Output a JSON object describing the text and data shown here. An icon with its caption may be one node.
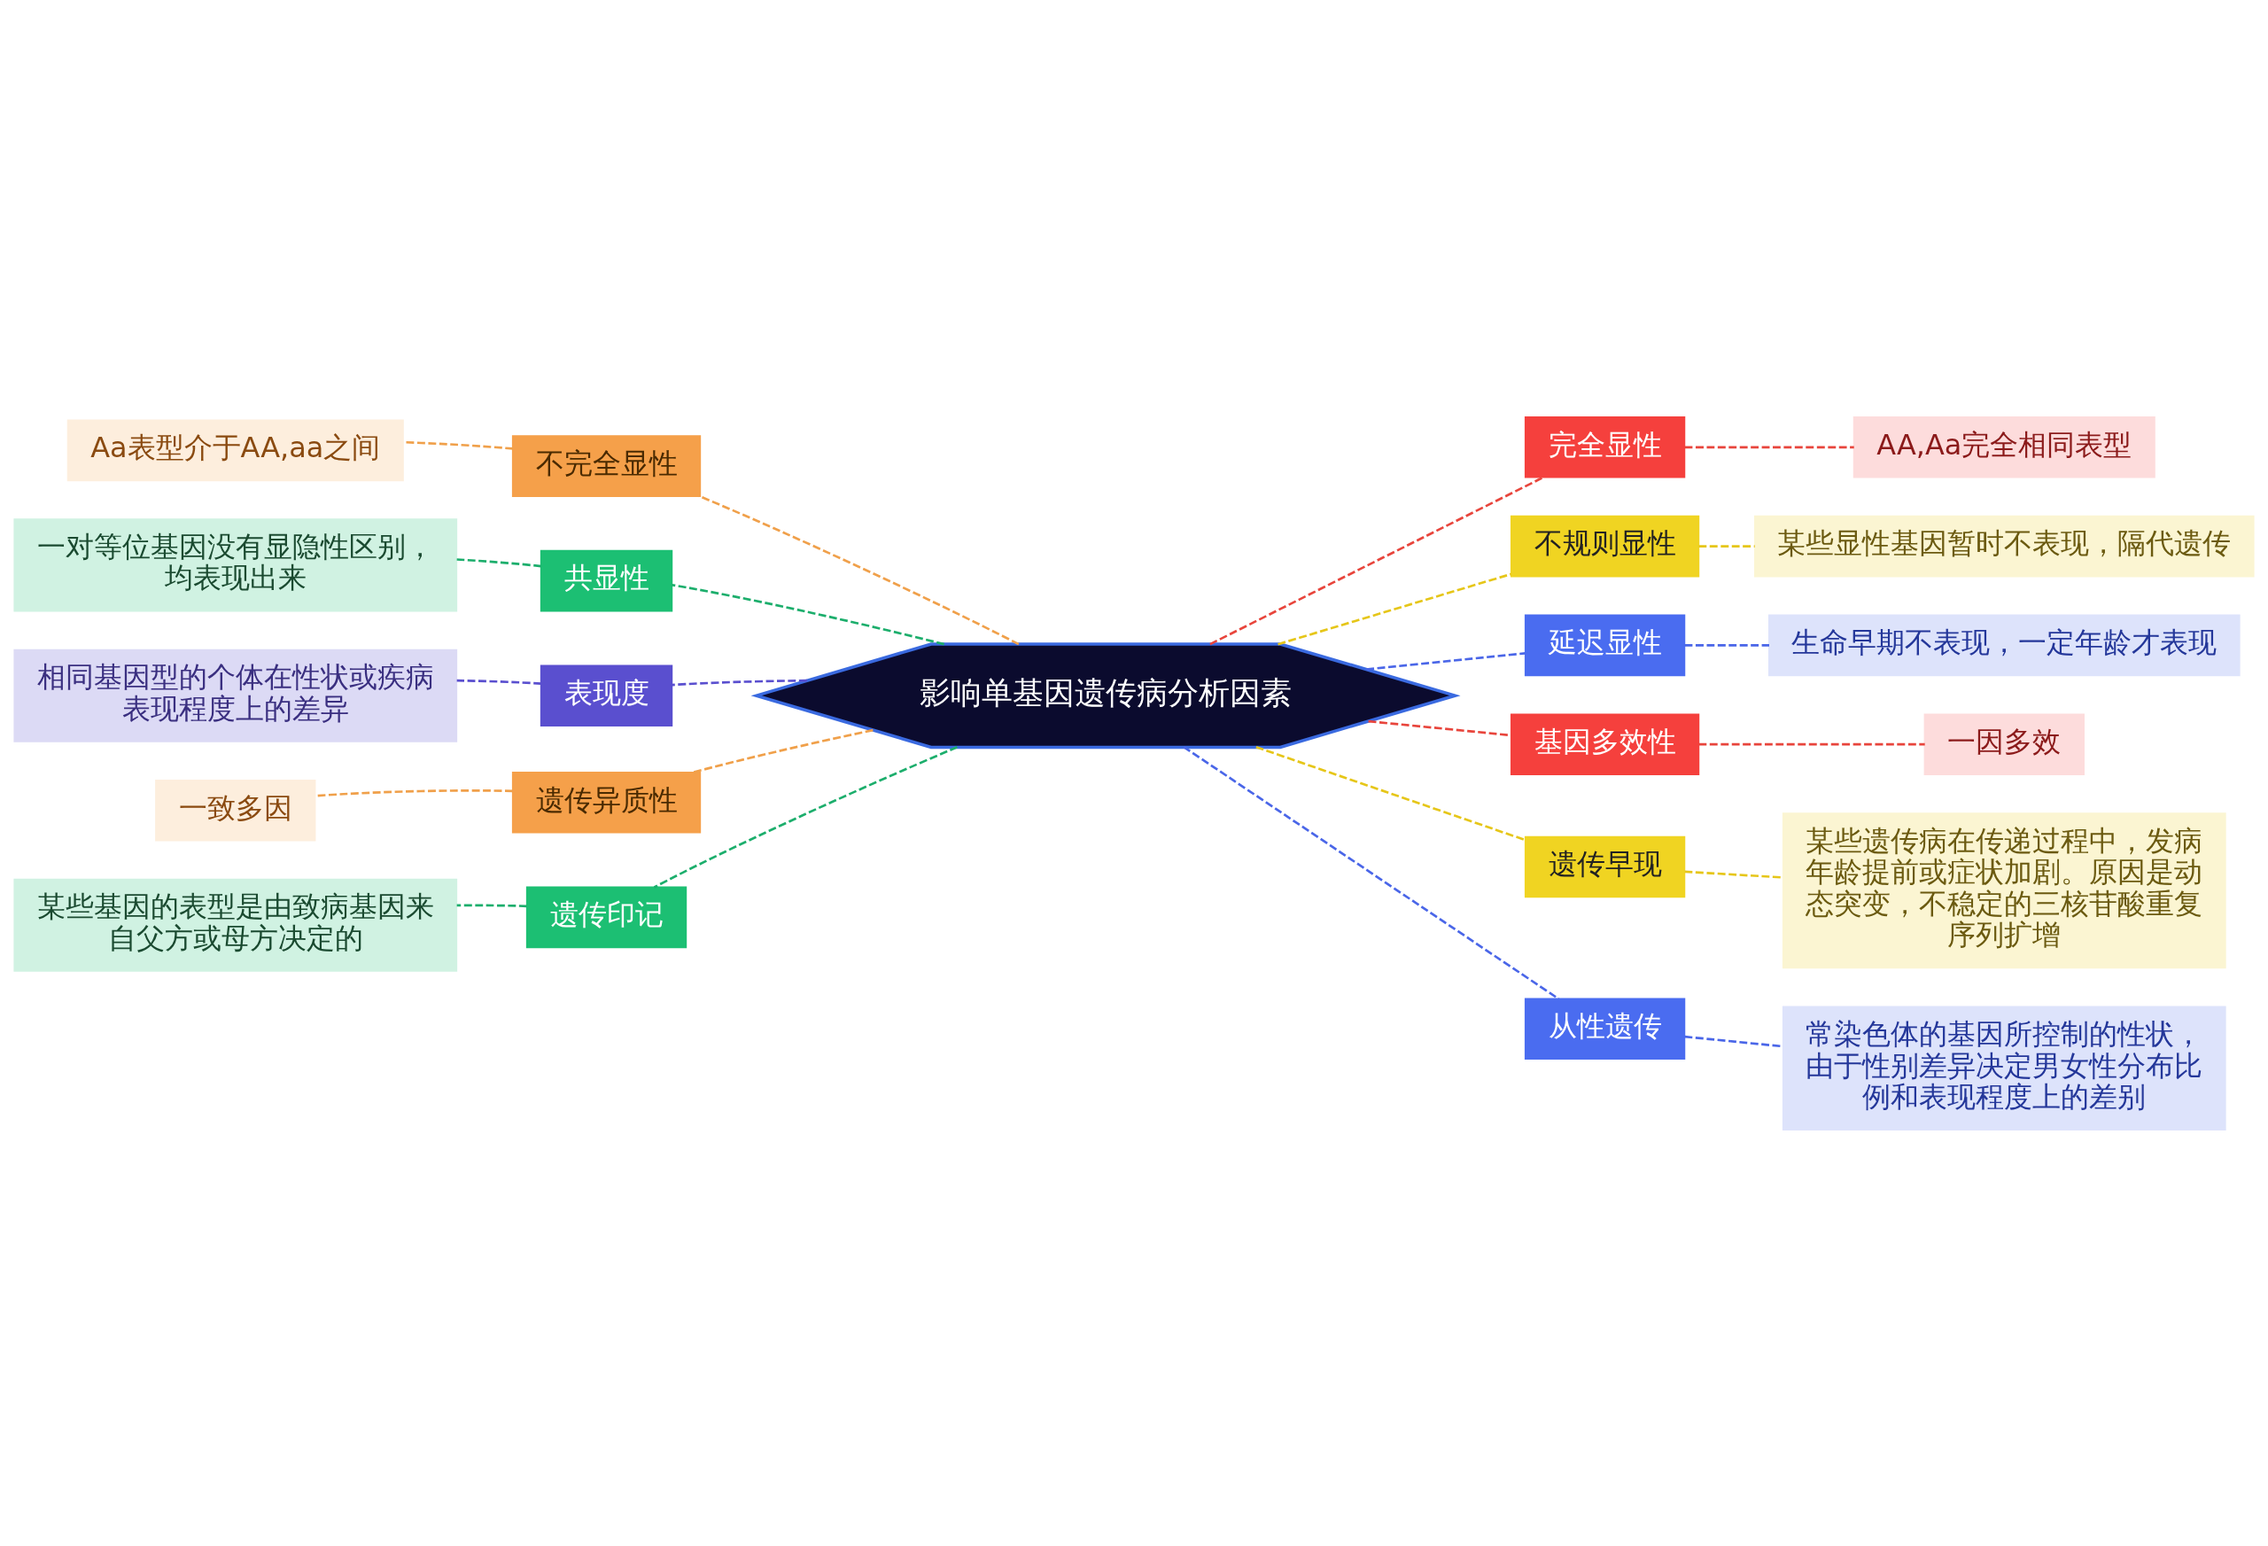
{
  "diagram": {
    "nodes": [
      {
        "text": [
          "影响单基因遗传病分析因素"
        ]
      },
      {
        "text": [
          "完全显性"
        ]
      },
      {
        "text": [
          "AA,Aa完全相同表型"
        ]
      },
      {
        "text": [
          "不规则显性"
        ]
      },
      {
        "text": [
          "某些显性基因暂时不表现，隔代遗传"
        ]
      },
      {
        "text": [
          "延迟显性"
        ]
      },
      {
        "text": [
          "生命早期不表现，一定年龄才表现"
        ]
      },
      {
        "text": [
          "基因多效性"
        ]
      },
      {
        "text": [
          "一因多效"
        ]
      },
      {
        "text": [
          "遗传早现"
        ]
      },
      {
        "text": [
          "某些遗传病在传递过程中，发病年龄提前或症状加剧。原因是动态突变，不稳定的三核苷酸重复序列扩增"
        ]
      },
      {
        "text": [
          "从性遗传"
        ]
      },
      {
        "text": [
          "常染色体的基因所控制的性状，由于性别差异决定男女性分布比例和表现程度上的差别"
        ]
      },
      {
        "text": [
          "不完全显性"
        ]
      },
      {
        "text": [
          "Aa表型介于AA,aa之间"
        ]
      },
      {
        "text": [
          "共显性"
        ]
      },
      {
        "text": [
          "一对等位基因没有显隐性区别，均表现出来"
        ]
      },
      {
        "text": [
          "表现度"
        ]
      },
      {
        "text": [
          "相同基因型的个体在性状或疾病表现程度上的差异"
        ]
      },
      {
        "text": [
          "遗传异质性"
        ]
      },
      {
        "text": [
          "一致多因"
        ]
      },
      {
        "text": [
          "遗传印记"
        ]
      },
      {
        "text": [
          "某些基因的表型是由致病基因来自父方或母方决定的"
        ]
      }
    ],
    "edges": [
      {
        "from": 0,
        "to": 1,
        "arrow": "none",
        "style": "dashed",
        "color": "#e8453c"
      },
      {
        "from": 1,
        "to": 2,
        "arrow": "none",
        "style": "dashed",
        "color": "#e8453c"
      },
      {
        "from": 0,
        "to": 3,
        "arrow": "none",
        "style": "dashed",
        "color": "#e6c619"
      },
      {
        "from": 3,
        "to": 4,
        "arrow": "none",
        "style": "dashed",
        "color": "#e6c619"
      },
      {
        "from": 0,
        "to": 5,
        "arrow": "none",
        "style": "dashed",
        "color": "#4a66e8"
      },
      {
        "from": 5,
        "to": 6,
        "arrow": "none",
        "style": "dashed",
        "color": "#4a66e8"
      },
      {
        "from": 0,
        "to": 7,
        "arrow": "none",
        "style": "dashed",
        "color": "#e8453c"
      },
      {
        "from": 7,
        "to": 8,
        "arrow": "none",
        "style": "dashed",
        "color": "#e8453c"
      },
      {
        "from": 0,
        "to": 9,
        "arrow": "none",
        "style": "dashed",
        "color": "#e6c619"
      },
      {
        "from": 9,
        "to": 10,
        "arrow": "none",
        "style": "dashed",
        "color": "#e6c619"
      },
      {
        "from": 0,
        "to": 11,
        "arrow": "none",
        "style": "dashed",
        "color": "#4a66e8"
      },
      {
        "from": 11,
        "to": 12,
        "arrow": "none",
        "style": "dashed",
        "color": "#4a66e8"
      },
      {
        "from": 0,
        "to": 13,
        "arrow": "none",
        "style": "dashed",
        "color": "#f0a04a"
      },
      {
        "from": 13,
        "to": 14,
        "arrow": "none",
        "style": "dashed",
        "color": "#f0a04a"
      },
      {
        "from": 0,
        "to": 15,
        "arrow": "none",
        "style": "dashed",
        "color": "#1cae6c"
      },
      {
        "from": 15,
        "to": 16,
        "arrow": "none",
        "style": "dashed",
        "color": "#1cae6c"
      },
      {
        "from": 0,
        "to": 17,
        "arrow": "none",
        "style": "dashed",
        "color": "#5a4fcf"
      },
      {
        "from": 17,
        "to": 18,
        "arrow": "none",
        "style": "dashed",
        "color": "#5a4fcf"
      },
      {
        "from": 0,
        "to": 19,
        "arrow": "none",
        "style": "dashed",
        "color": "#f0a04a"
      },
      {
        "from": 19,
        "to": 20,
        "arrow": "none",
        "style": "dashed",
        "color": "#f0a04a"
      },
      {
        "from": 0,
        "to": 21,
        "arrow": "none",
        "style": "dashed",
        "color": "#1cae6c"
      },
      {
        "from": 21,
        "to": 22,
        "arrow": "none",
        "style": "dashed",
        "color": "#1cae6c"
      }
    ]
  }
}
